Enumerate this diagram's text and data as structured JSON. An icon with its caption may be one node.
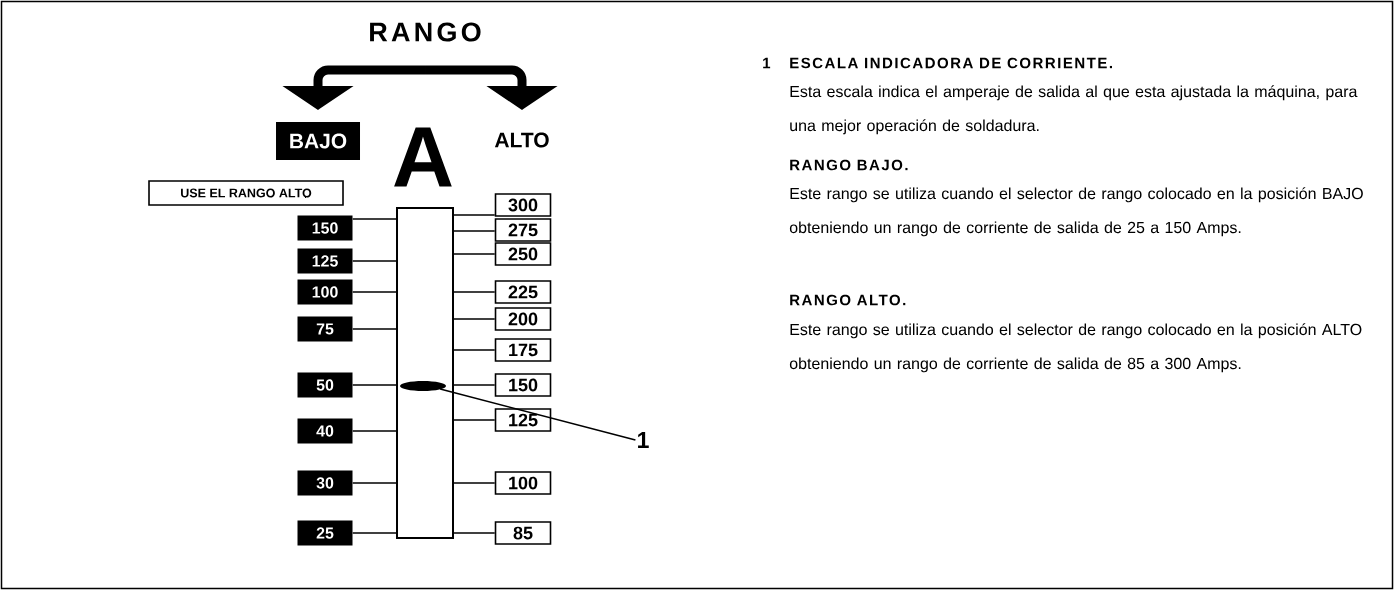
{
  "diagram": {
    "nodes": [
      {
        "text": [
          "RANGO"
        ]
      },
      {
        "text": [
          "BAJO"
        ]
      },
      {
        "text": [
          "ALTO"
        ]
      },
      {
        "text": [
          "USE EL RANGO ALTO"
        ]
      },
      {
        "text": [],
        "shape": "bar"
      },
      {
        "text": [
          "150"
        ]
      },
      {
        "text": [
          "125"
        ]
      },
      {
        "text": [
          "100"
        ]
      },
      {
        "text": [
          "75"
        ]
      },
      {
        "text": [
          "50"
        ]
      },
      {
        "text": [
          "40"
        ]
      },
      {
        "text": [
          "30"
        ]
      },
      {
        "text": [
          "25"
        ]
      },
      {
        "text": [
          "300"
        ]
      },
      {
        "text": [
          "275"
        ]
      },
      {
        "text": [
          "250"
        ]
      },
      {
        "text": [
          "225"
        ]
      },
      {
        "text": [
          "200"
        ]
      },
      {
        "text": [
          "175"
        ]
      },
      {
        "text": [
          "150"
        ]
      },
      {
        "text": [
          "125"
        ]
      },
      {
        "text": [
          "100"
        ]
      },
      {
        "text": [
          "85"
        ]
      },
      {
        "text": [],
        "shape": "ellipse",
        "in": 4
      },
      {
        "text": [
          "1"
        ]
      }
    ],
    "edges": [
      {
        "from": 0,
        "to": 1,
        "arrow": "to",
        "style": "thick"
      },
      {
        "from": 0,
        "to": 2,
        "arrow": "to",
        "style": "thick"
      },
      {
        "from": 5,
        "to": 4,
        "arrow": "none"
      },
      {
        "from": 6,
        "to": 4,
        "arrow": "none"
      },
      {
        "from": 7,
        "to": 4,
        "arrow": "none"
      },
      {
        "from": 8,
        "to": 4,
        "arrow": "none"
      },
      {
        "from": 9,
        "to": 4,
        "arrow": "none"
      },
      {
        "from": 10,
        "to": 4,
        "arrow": "none"
      },
      {
        "from": 11,
        "to": 4,
        "arrow": "none"
      },
      {
        "from": 12,
        "to": 4,
        "arrow": "none"
      },
      {
        "from": 4,
        "to": 13,
        "arrow": "none"
      },
      {
        "from": 4,
        "to": 14,
        "arrow": "none"
      },
      {
        "from": 4,
        "to": 15,
        "arrow": "none"
      },
      {
        "from": 4,
        "to": 16,
        "arrow": "none"
      },
      {
        "from": 4,
        "to": 17,
        "arrow": "none"
      },
      {
        "from": 4,
        "to": 18,
        "arrow": "none"
      },
      {
        "from": 4,
        "to": 19,
        "arrow": "none"
      },
      {
        "from": 4,
        "to": 20,
        "arrow": "none"
      },
      {
        "from": 4,
        "to": 21,
        "arrow": "none"
      },
      {
        "from": 4,
        "to": 22,
        "arrow": "none"
      },
      {
        "from": 24,
        "to": 23,
        "arrow": "none"
      }
    ],
    "labels": [
      "A",
      "1",
      "ESCALA INDICADORA DE CORRIENTE.",
      "Esta escala indica el amperaje de salida al que esta ajustada la máquina, para una mejor operación de soldadura.",
      "RANGO BAJO.",
      "Este rango se utiliza cuando el selector de rango colocado en la posición BAJO obteniendo un rango de corriente de salida de 25 a 150 Amps.",
      "RANGO ALTO.",
      "Este rango se utiliza cuando el selector de rango colocado en la posición ALTO obteniendo un rango de corriente de salida de 85 a 300 Amps."
    ]
  }
}
